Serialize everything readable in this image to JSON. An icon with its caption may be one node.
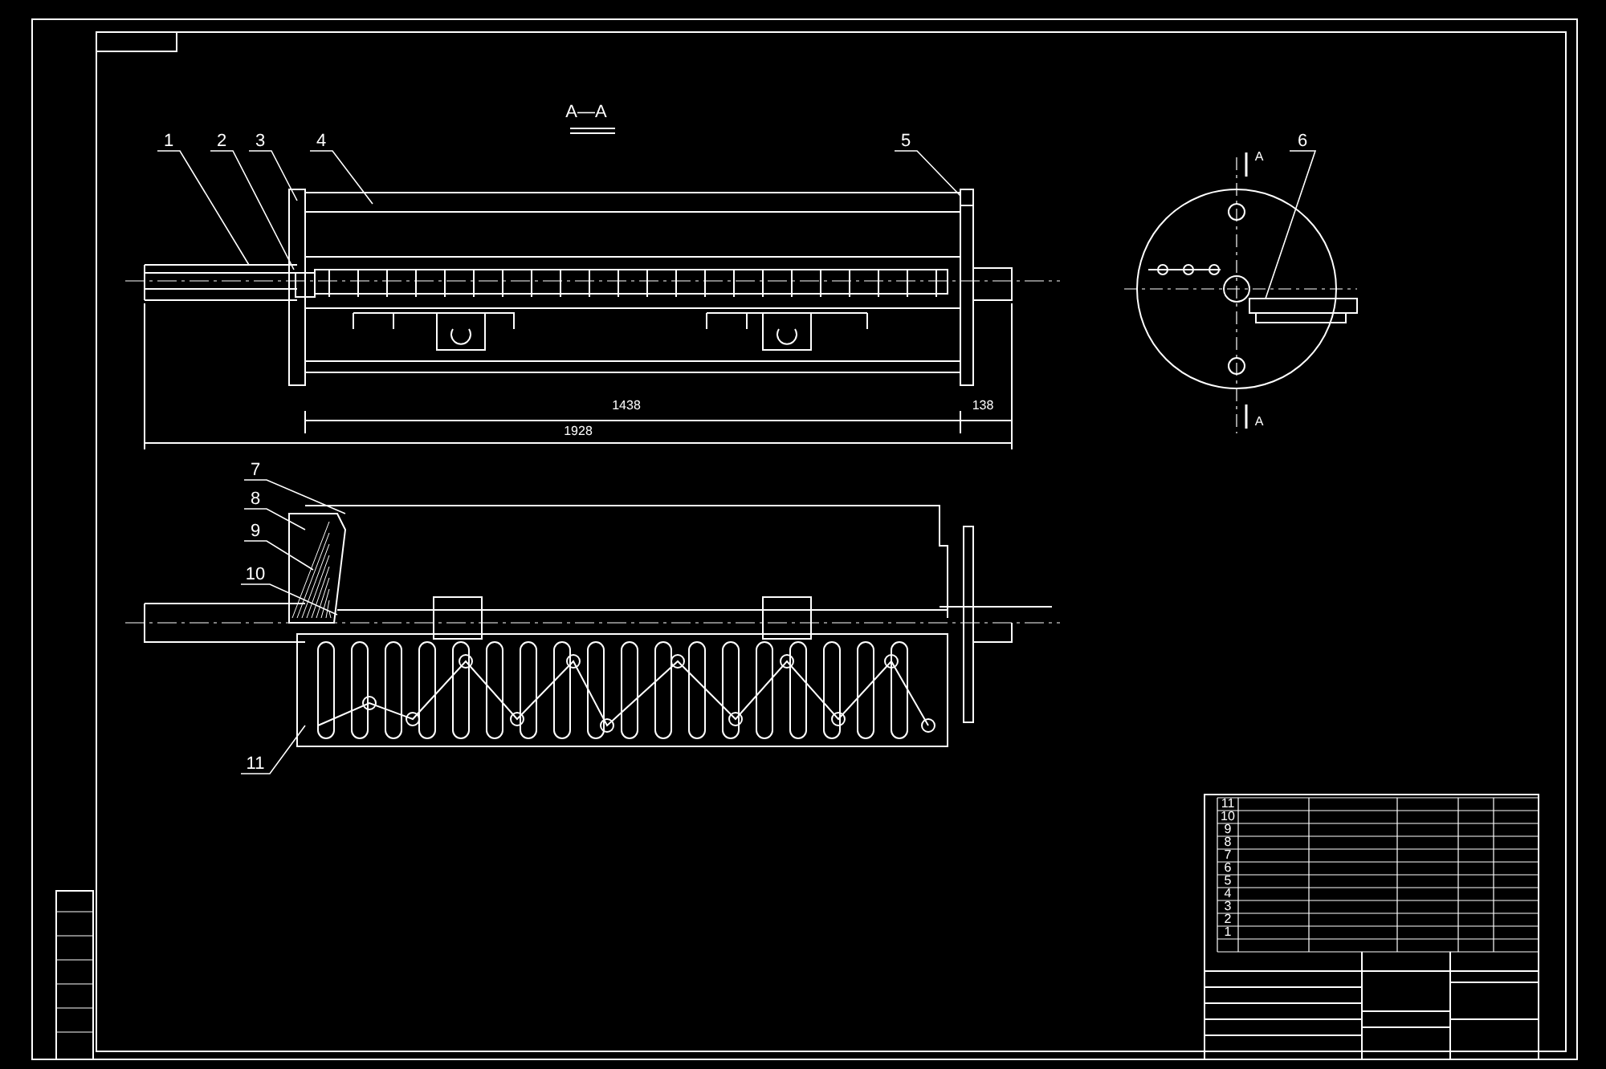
{
  "diagram": {
    "title": "A—A",
    "nodes": [
      {
        "text": [
          "1"
        ]
      },
      {
        "text": [
          "2"
        ]
      },
      {
        "text": [
          "3"
        ]
      },
      {
        "text": [
          "4"
        ]
      },
      {
        "text": [
          "5"
        ]
      },
      {
        "text": [
          "6"
        ]
      },
      {
        "text": [
          "7"
        ]
      },
      {
        "text": [
          "8"
        ]
      },
      {
        "text": [
          "9"
        ]
      },
      {
        "text": [
          "10"
        ]
      },
      {
        "text": [
          "11"
        ]
      }
    ],
    "edges": [
      {
        "from": 0,
        "to": null,
        "arrow": "none"
      },
      {
        "from": 1,
        "to": null,
        "arrow": "none"
      },
      {
        "from": 2,
        "to": null,
        "arrow": "none"
      },
      {
        "from": 3,
        "to": null,
        "arrow": "none"
      },
      {
        "from": 4,
        "to": null,
        "arrow": "none"
      },
      {
        "from": 5,
        "to": null,
        "arrow": "none"
      },
      {
        "from": 6,
        "to": null,
        "arrow": "none"
      },
      {
        "from": 7,
        "to": null,
        "arrow": "none"
      },
      {
        "from": 8,
        "to": null,
        "arrow": "none"
      },
      {
        "from": 9,
        "to": null,
        "arrow": "none"
      },
      {
        "from": 10,
        "to": null,
        "arrow": "none"
      }
    ],
    "labels": [
      "A",
      "1438",
      "138",
      "1928",
      "A",
      "11",
      "10",
      "9",
      "8",
      "7",
      "6",
      "5",
      "4",
      "3",
      "2",
      "1"
    ]
  }
}
